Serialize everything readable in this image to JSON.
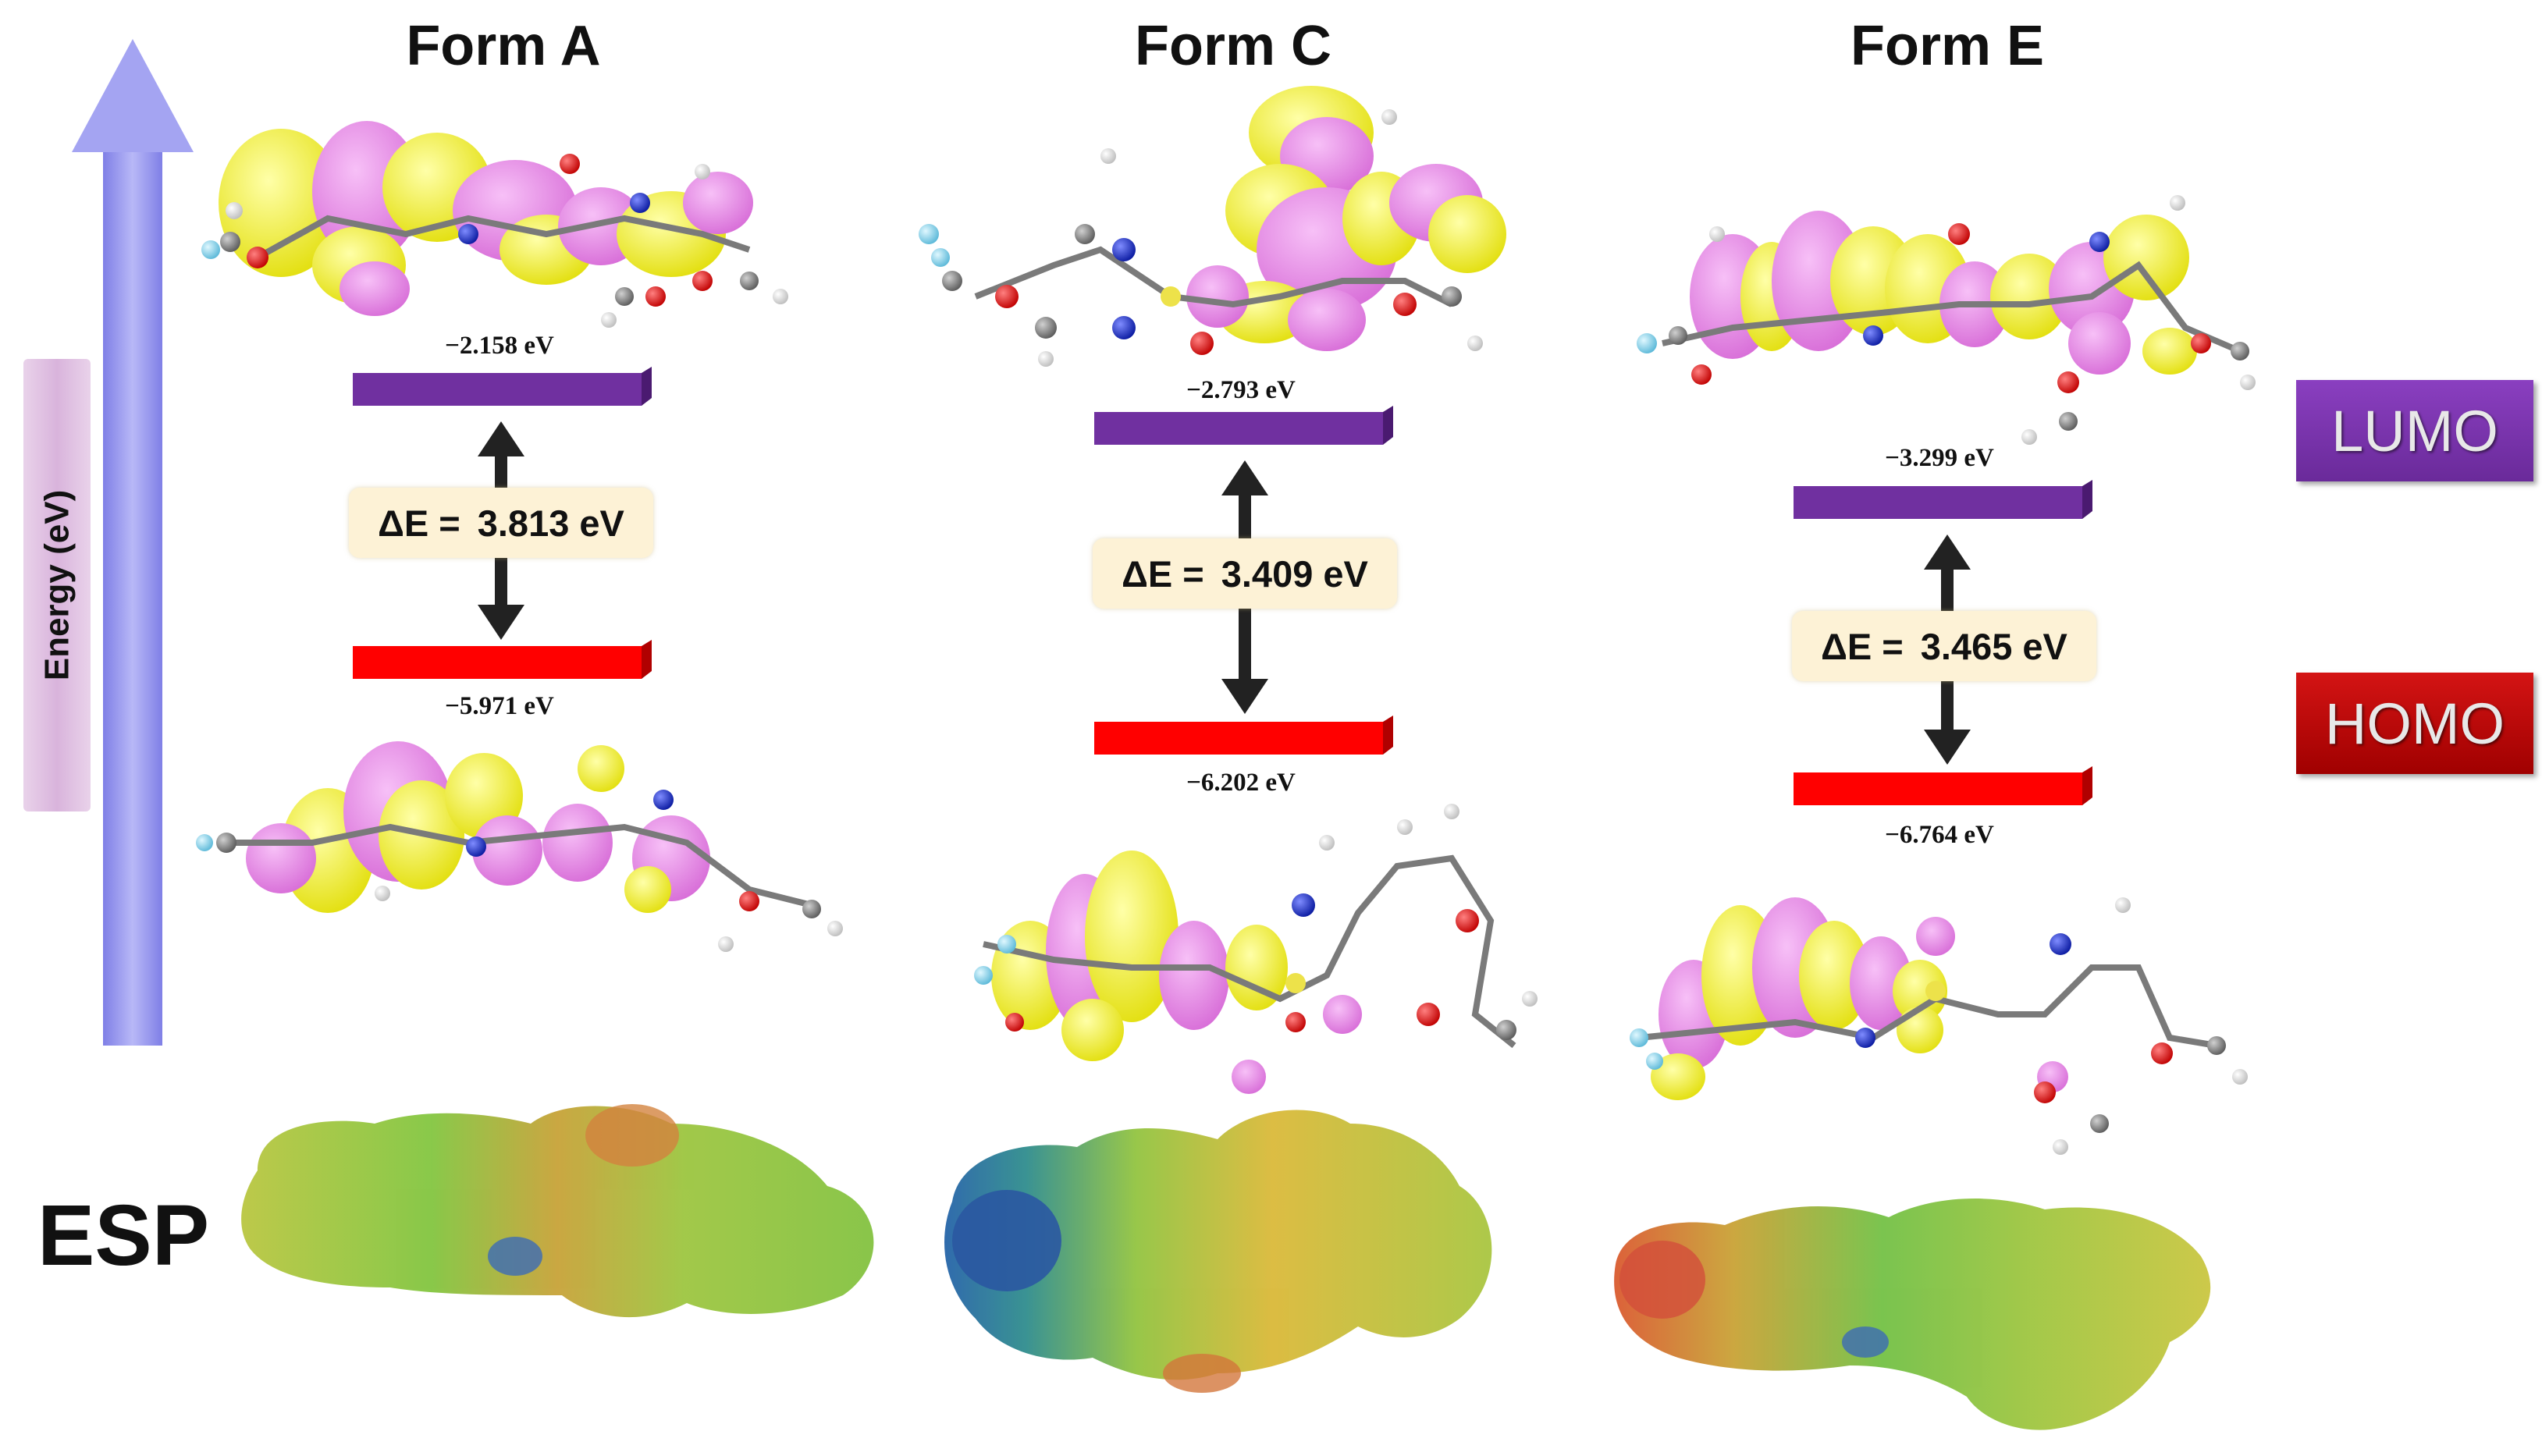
{
  "forms": [
    {
      "title": "Form A",
      "lumo": "−2.158 eV",
      "homo": "−5.971 eV",
      "gap_symbol": "ΔE =",
      "gap_value": "3.813 eV"
    },
    {
      "title": "Form C",
      "lumo": "−2.793 eV",
      "homo": "−6.202 eV",
      "gap_symbol": "ΔE =",
      "gap_value": "3.409 eV"
    },
    {
      "title": "Form E",
      "lumo": "−3.299 eV",
      "homo": "−6.764 eV",
      "gap_symbol": "ΔE =",
      "gap_value": "3.465 eV"
    }
  ],
  "axis_label": "Energy (eV)",
  "legend": {
    "lumo": "LUMO",
    "homo": "HOMO"
  },
  "esp_label": "ESP",
  "colors": {
    "lumo_bar": "#7030a0",
    "homo_bar": "#ff0000",
    "arrow": "#9a9af0",
    "orbital_pos": "#ee82ee",
    "orbital_neg": "#ffff33",
    "atom_carbon": "#808080",
    "atom_hydrogen": "#ffffff",
    "atom_nitrogen": "#1a2fe0",
    "atom_oxygen": "#ff0d0d",
    "atom_fluorine": "#88d8f0",
    "atom_sulfur": "#e6e600"
  }
}
